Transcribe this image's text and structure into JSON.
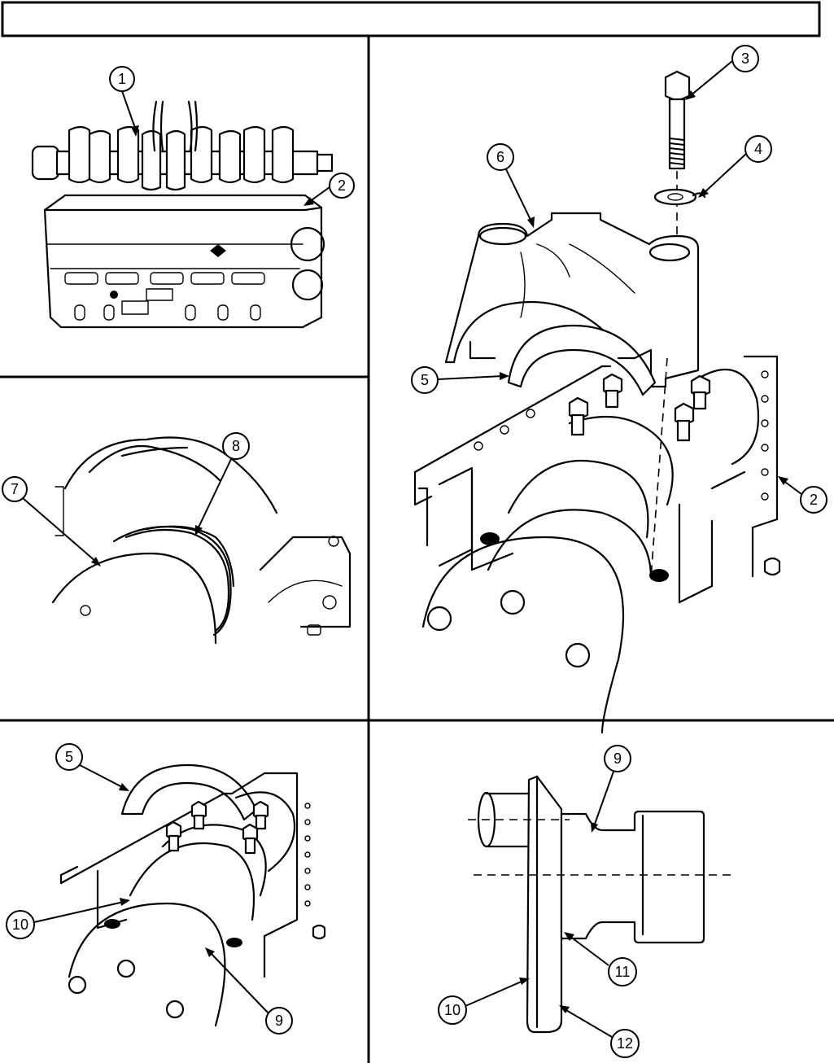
{
  "header": {
    "title": ""
  },
  "callouts": {
    "c1": "1",
    "c2a": "2",
    "c2b": "2",
    "c3": "3",
    "c4": "4",
    "c5a": "5",
    "c5b": "5",
    "c6": "6",
    "c7": "7",
    "c8": "8",
    "c9a": "9",
    "c9b": "9",
    "c10a": "10",
    "c10b": "10",
    "c11": "11",
    "c12": "12"
  }
}
